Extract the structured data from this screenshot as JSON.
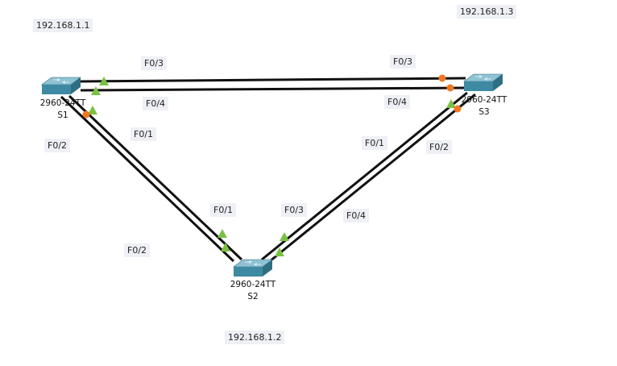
{
  "devices": {
    "s1": {
      "ip": "192.168.1.1",
      "model": "2960-24TT",
      "name": "S1"
    },
    "s2": {
      "ip": "192.168.1.2",
      "model": "2960-24TT",
      "name": "S2"
    },
    "s3": {
      "ip": "192.168.1.3",
      "model": "2960-24TT",
      "name": "S3"
    }
  },
  "ports": {
    "s1_f03": "F0/3",
    "s1_f04": "F0/4",
    "s1_f01": "F0/1",
    "s1_f02": "F0/2",
    "s3_f03": "F0/3",
    "s3_f04": "F0/4",
    "s3_f01": "F0/1",
    "s3_f02": "F0/2",
    "s2_f01": "F0/1",
    "s2_f02": "F0/2",
    "s2_f03": "F0/3",
    "s2_f04": "F0/4"
  },
  "link_states": {
    "up_color": "#7ac143",
    "blocked_color": "#f07820"
  },
  "colors": {
    "switch_top": "#8fc3d4",
    "switch_front": "#3f8aa3",
    "cable": "#111111"
  }
}
